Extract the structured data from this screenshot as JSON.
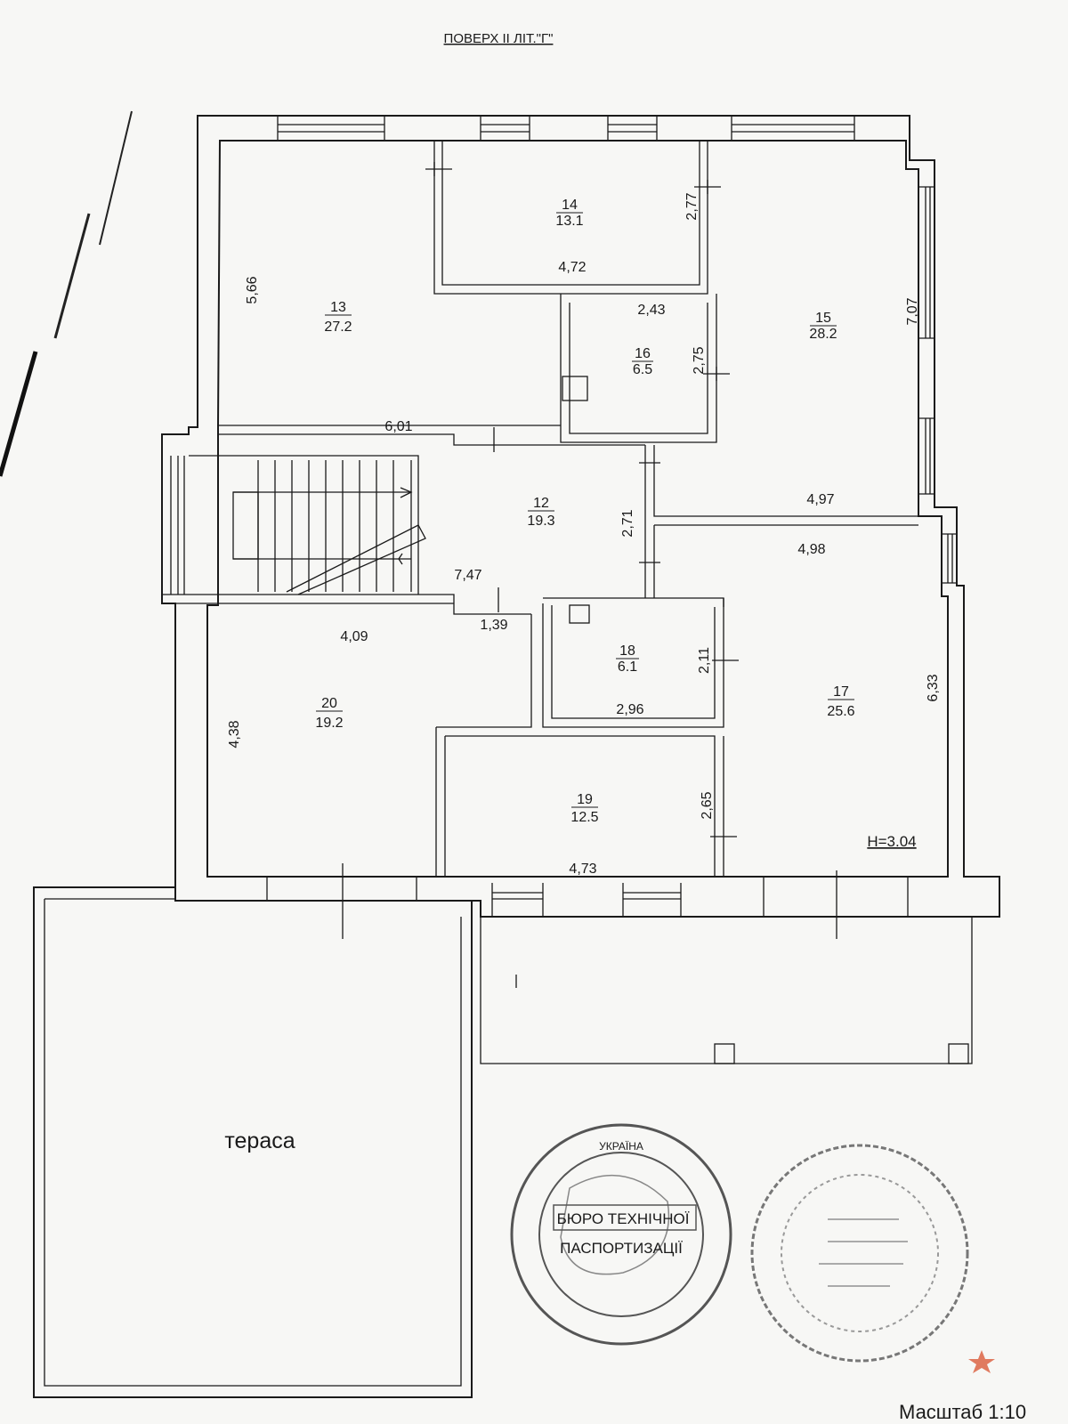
{
  "title": "ПОВЕРХ ІІ ЛІТ.\"Г\"",
  "terrace_label": "тераса",
  "scale_label": "Масштаб 1:10",
  "height_label": "H=3.04",
  "rooms": [
    {
      "number": "13",
      "area": "27.2"
    },
    {
      "number": "14",
      "area": "13.1"
    },
    {
      "number": "15",
      "area": "28.2"
    },
    {
      "number": "16",
      "area": "6.5"
    },
    {
      "number": "12",
      "area": "19.3"
    },
    {
      "number": "18",
      "area": "6.1"
    },
    {
      "number": "17",
      "area": "25.6"
    },
    {
      "number": "20",
      "area": "19.2"
    },
    {
      "number": "19",
      "area": "12.5"
    }
  ],
  "dimensions": {
    "r13_height": "5,66",
    "r13_width": "6,01",
    "r14_height": "2,77",
    "r14_width": "4,72",
    "r16_width": "2,43",
    "r16_height": "2,75",
    "r15_height": "7,07",
    "r15_width": "4,97",
    "r12_height": "2,71",
    "r12_width": "7,47",
    "r17_width": "4,98",
    "r17_height": "6,33",
    "r20_width": "4,09",
    "r20_extra": "1,39",
    "r20_height": "4,38",
    "r18_height": "2,11",
    "r18_width": "2,96",
    "r19_height": "2,65",
    "r19_width": "4,73"
  },
  "stamp": {
    "line1": "БЮРО ТЕХНІЧНОЇ",
    "line2": "ПАСПОРТИЗАЦІЇ",
    "ring_top": "УКРАЇНА"
  }
}
